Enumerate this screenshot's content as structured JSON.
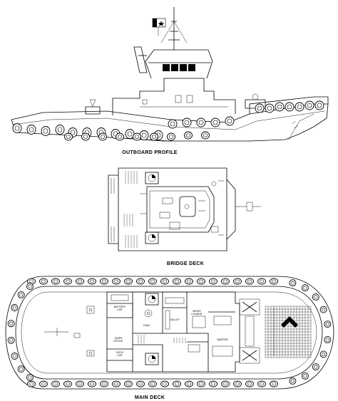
{
  "captions": {
    "outboard": "OUTBOARD PROFILE",
    "bridge": "BRIDGE DECK",
    "main": "MAIN DECK"
  },
  "rooms": {
    "battery_lkr": "BATTERY\nLKR",
    "galley": "GALLEY",
    "mess_lounge": "MESS/\nLOUNGE",
    "master": "MASTER",
    "ships_office": "SHIPS\nOFFICE",
    "deck_lkr": "DECK\nLKR",
    "hvac": "HVAC"
  },
  "colors": {
    "line": "#000000",
    "background": "#ffffff",
    "window": "#000000"
  },
  "icons": {
    "flag": "flag-icon",
    "mast": "mast-icon",
    "fender": "tire-fender-icon"
  }
}
